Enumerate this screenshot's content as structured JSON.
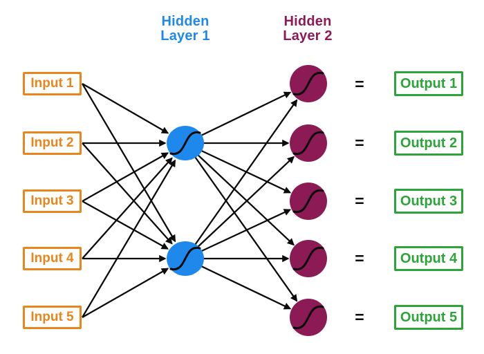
{
  "diagram": {
    "hidden_layer_1": {
      "title": "Hidden\nLayer 1",
      "node_count": 2,
      "activation_icon": "sigmoid-curve"
    },
    "hidden_layer_2": {
      "title": "Hidden\nLayer 2",
      "node_count": 5,
      "activation_icon": "sigmoid-curve"
    },
    "inputs": [
      {
        "label": "Input 1"
      },
      {
        "label": "Input 2"
      },
      {
        "label": "Input 3"
      },
      {
        "label": "Input 4"
      },
      {
        "label": "Input 5"
      }
    ],
    "outputs": [
      {
        "label": "Output 1"
      },
      {
        "label": "Output 2"
      },
      {
        "label": "Output 3"
      },
      {
        "label": "Output 4"
      },
      {
        "label": "Output 5"
      }
    ],
    "equals_sign": "=",
    "colors": {
      "input_accent": "#E8861D",
      "hidden1_fill": "#1F88EC",
      "hidden2_fill": "#8B1A55",
      "output_accent": "#2CA439",
      "connector": "#0B0B0B"
    }
  }
}
